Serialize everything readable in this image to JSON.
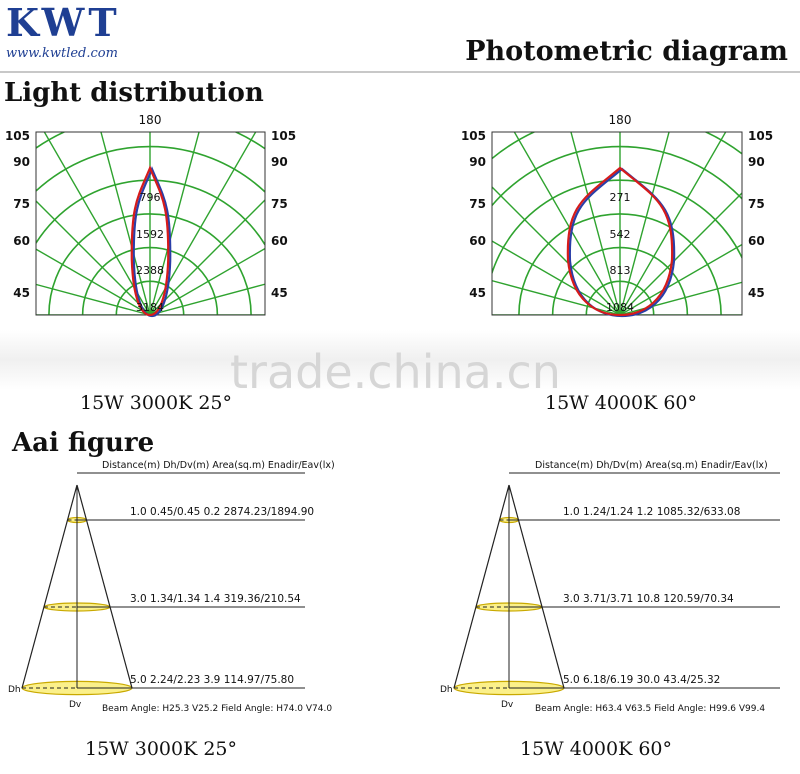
{
  "brand": {
    "logo": "KWT",
    "url": "www.kwtled.com"
  },
  "page_title": "Photometric diagram",
  "sections": {
    "light": "Light distribution",
    "aai": "Aai figure"
  },
  "watermark": "trade.china.cn",
  "polar": [
    {
      "caption": "15W 3000K 25°",
      "top_label": "180",
      "angle_labels": [
        "105",
        "90",
        "75",
        "60",
        "45"
      ],
      "rings": [
        "796",
        "1592",
        "2388",
        "3184"
      ],
      "beam_deg": 25
    },
    {
      "caption": "15W 4000K 60°",
      "top_label": "180",
      "angle_labels": [
        "105",
        "90",
        "75",
        "60",
        "45"
      ],
      "rings": [
        "271",
        "542",
        "813",
        "1084"
      ],
      "beam_deg": 60
    }
  ],
  "aai": [
    {
      "caption": "15W 3000K 25°",
      "header": "Distance(m)  Dh/Dv(m)  Area(sq.m)  Enadir/Eav(lx)",
      "rows": [
        "1.0   0.45/0.45   0.2   2874.23/1894.90",
        "3.0   1.34/1.34   1.4   319.36/210.54",
        "5.0   2.24/2.23   3.9   114.97/75.80"
      ],
      "dh": "Dh",
      "dv": "Dv",
      "angles": "Beam Angle: H25.3 V25.2 Field Angle: H74.0 V74.0"
    },
    {
      "caption": "15W 4000K 60°",
      "header": "Distance(m)  Dh/Dv(m)  Area(sq.m)  Enadir/Eav(lx)",
      "rows": [
        "1.0   1.24/1.24   1.2   1085.32/633.08",
        "3.0   3.71/3.71   10.8   120.59/70.34",
        "5.0   6.18/6.19   30.0   43.4/25.32"
      ],
      "dh": "Dh",
      "dv": "Dv",
      "angles": "Beam Angle: H63.4 V63.5 Field Angle: H99.6 V99.4"
    }
  ]
}
